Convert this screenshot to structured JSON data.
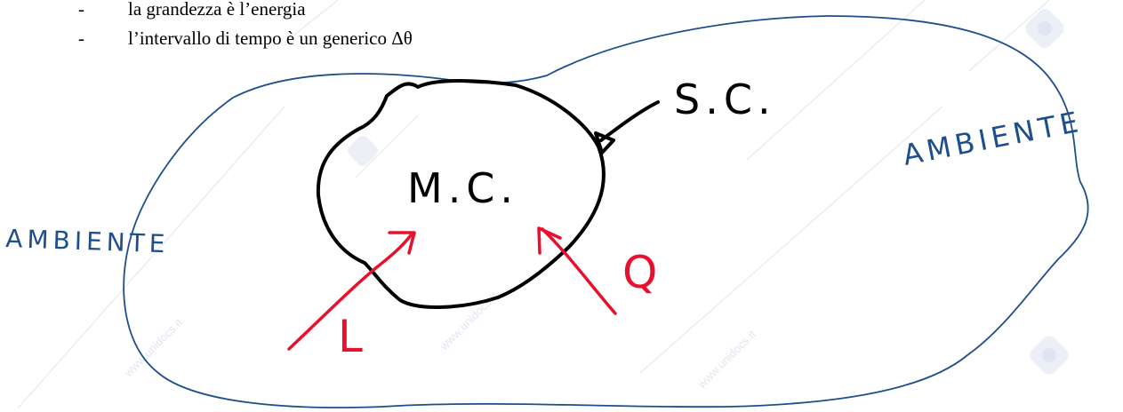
{
  "bullets": [
    {
      "marker": "-",
      "text": "la grandezza è l’energia"
    },
    {
      "marker": "-",
      "text": "l’intervallo di tempo è un generico Δθ"
    }
  ],
  "labels": {
    "boundary": "S.C.",
    "system": "M.C.",
    "env_left": "AMBIENTE",
    "env_right": "AMBIENTE",
    "work": "L",
    "heat": "Q"
  },
  "watermark": "www.unidocs.it",
  "colors": {
    "ink_black": "#000000",
    "ink_blue": "#1f4e8c",
    "ink_red": "#e8112d",
    "watermark": "#dfe6f1"
  }
}
